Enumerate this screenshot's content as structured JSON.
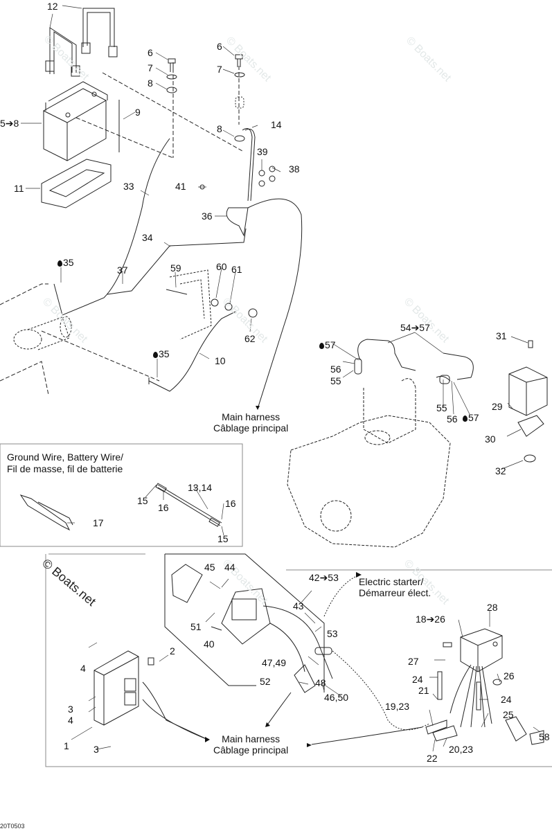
{
  "diagram": {
    "doc_id": "20T0503",
    "watermark": "© Boats.net",
    "callouts": {
      "c12": "12",
      "c6a": "6",
      "c7a": "7",
      "c8a": "8",
      "c6b": "6",
      "c7b": "7",
      "c5to8": "5➔8",
      "c9": "9",
      "c8b": "8",
      "c14": "14",
      "c39": "39",
      "c38": "38",
      "c11": "11",
      "c41": "41",
      "c33": "33",
      "c36": "36",
      "c34": "34",
      "c35a": "35",
      "c37": "37",
      "c59": "59",
      "c60": "60",
      "c61": "61",
      "c62": "62",
      "c35b": "35",
      "c10": "10",
      "c54to57": "54➔57",
      "c57a": "57",
      "c56a": "56",
      "c55a": "55",
      "c55b": "55",
      "c56b": "56",
      "c57b": "57",
      "c31": "31",
      "c29": "29",
      "c30": "30",
      "c32": "32",
      "c1314": "13,14",
      "c15a": "15",
      "c16a": "16",
      "c16b": "16",
      "c15b": "15",
      "c17": "17",
      "c45": "45",
      "c44": "44",
      "c51": "51",
      "c40": "40",
      "c42to53": "42➔53",
      "c43": "43",
      "c53": "53",
      "c2": "2",
      "c4a": "4",
      "c3a": "3",
      "c4b": "4",
      "c1": "1",
      "c3b": "3",
      "c4749": "47,49",
      "c52": "52",
      "c48": "48",
      "c4650": "46,50",
      "c18to26": "18➔26",
      "c28": "28",
      "c27": "27",
      "c24a": "24",
      "c26": "26",
      "c21": "21",
      "c24b": "24",
      "c1923": "19,23",
      "c25": "25",
      "c58": "58",
      "c2023": "20,23",
      "c22": "22"
    },
    "captions": {
      "main_harness_top_en": "Main harness",
      "main_harness_top_fr": "Câblage principal",
      "main_harness_bottom_en": "Main harness",
      "main_harness_bottom_fr": "Câblage principal",
      "electric_starter_en": "Electric starter/",
      "electric_starter_fr": "Démarreur élect."
    },
    "inset": {
      "title_line1": "Ground Wire, Battery Wire/",
      "title_line2": "Fil de masse, fil de batterie"
    }
  }
}
